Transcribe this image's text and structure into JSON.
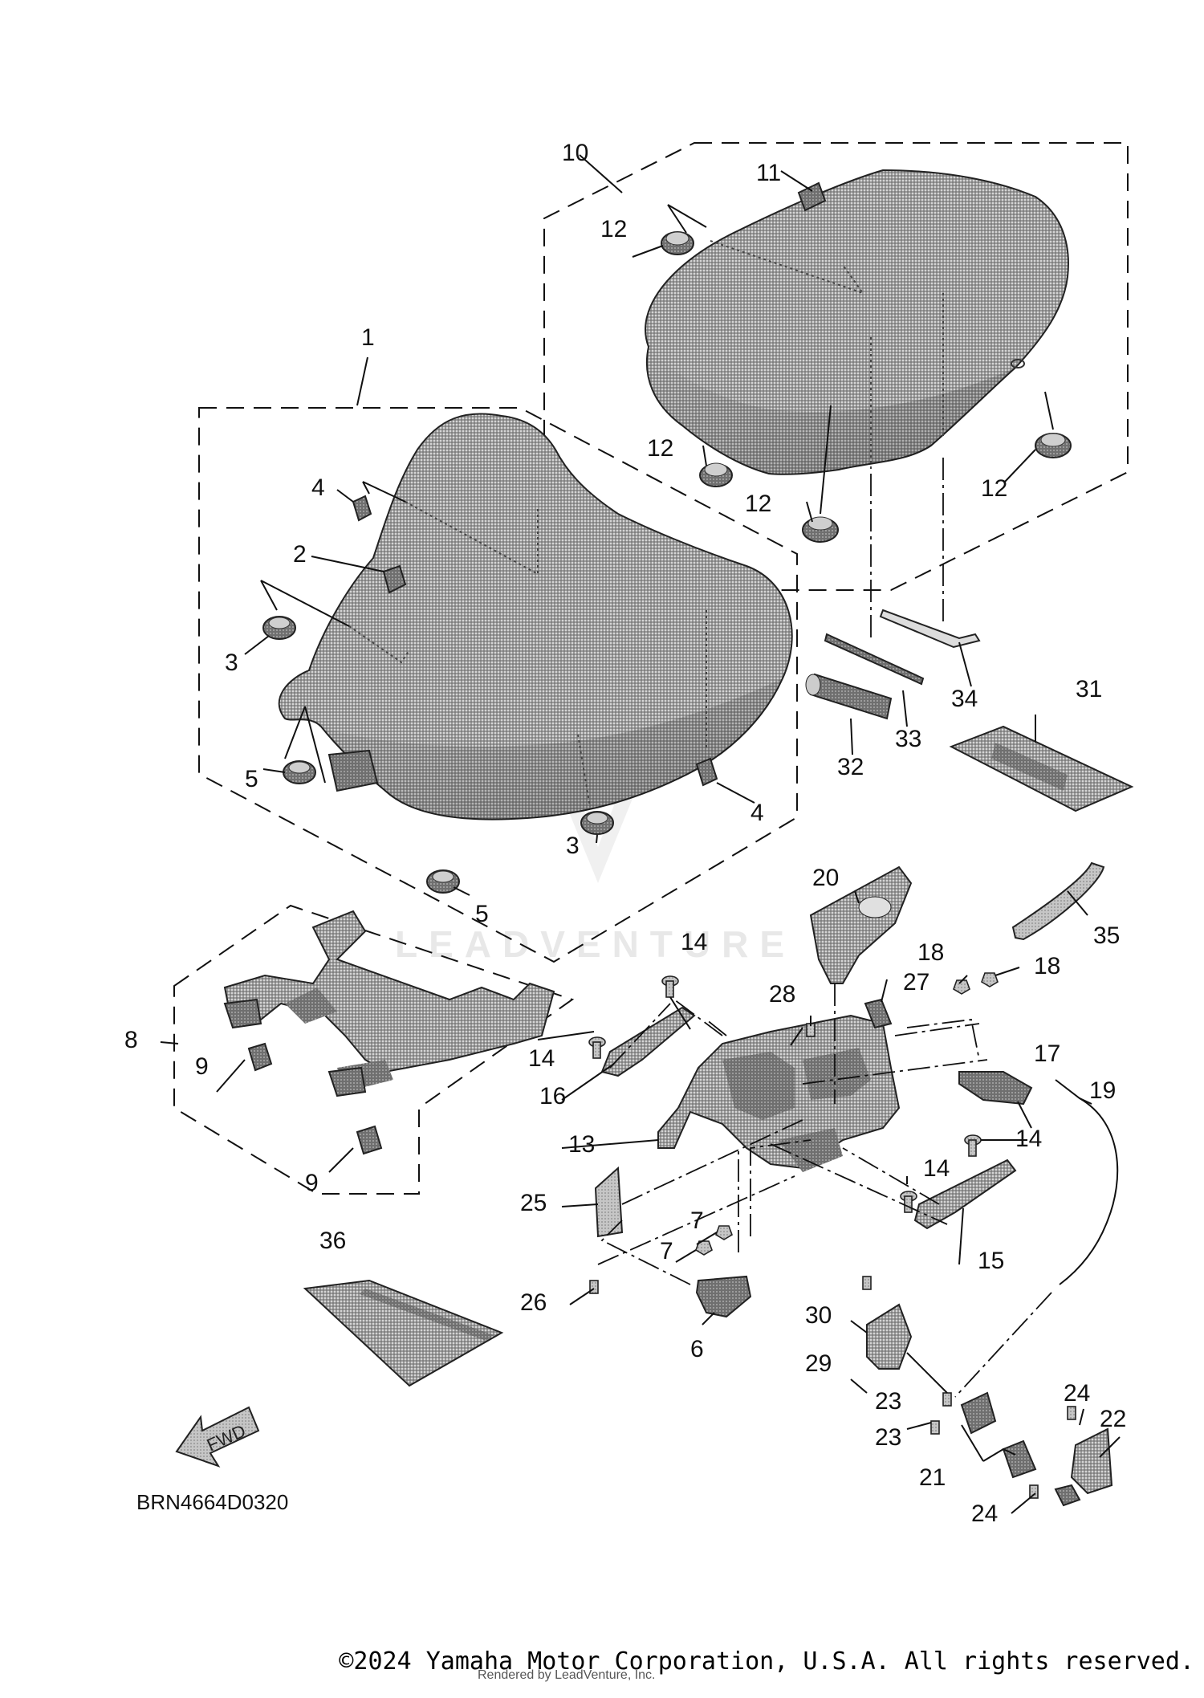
{
  "diagram_code": "BRN4664D0320",
  "fwd_label": "FWD",
  "watermark": "LEADVENTURE",
  "copyright": "©2024 Yamaha Motor Corporation, U.S.A. All rights reserved.",
  "rendered_by": "Rendered by LeadVenture, Inc.",
  "callouts": {
    "c1": "1",
    "c2": "2",
    "c3a": "3",
    "c3b": "3",
    "c4a": "4",
    "c4b": "4",
    "c5a": "5",
    "c5b": "5",
    "c6": "6",
    "c7a": "7",
    "c7b": "7",
    "c8": "8",
    "c9a": "9",
    "c9b": "9",
    "c10": "10",
    "c11": "11",
    "c12a": "12",
    "c12b": "12",
    "c12c": "12",
    "c12d": "12",
    "c13": "13",
    "c14a": "14",
    "c14b": "14",
    "c14c": "14",
    "c14d": "14",
    "c15": "15",
    "c16": "16",
    "c17": "17",
    "c18a": "18",
    "c18b": "18",
    "c19": "19",
    "c20": "20",
    "c21": "21",
    "c22": "22",
    "c23a": "23",
    "c23b": "23",
    "c24a": "24",
    "c24b": "24",
    "c25": "25",
    "c26": "26",
    "c27": "27",
    "c28": "28",
    "c29": "29",
    "c30": "30",
    "c31": "31",
    "c32": "32",
    "c33": "33",
    "c34": "34",
    "c35": "35",
    "c36": "36"
  },
  "colors": {
    "line": "#111111",
    "part_fill": "#8f8f8f",
    "part_light": "#b9b9b9",
    "watermark": "#e6e6e6"
  }
}
